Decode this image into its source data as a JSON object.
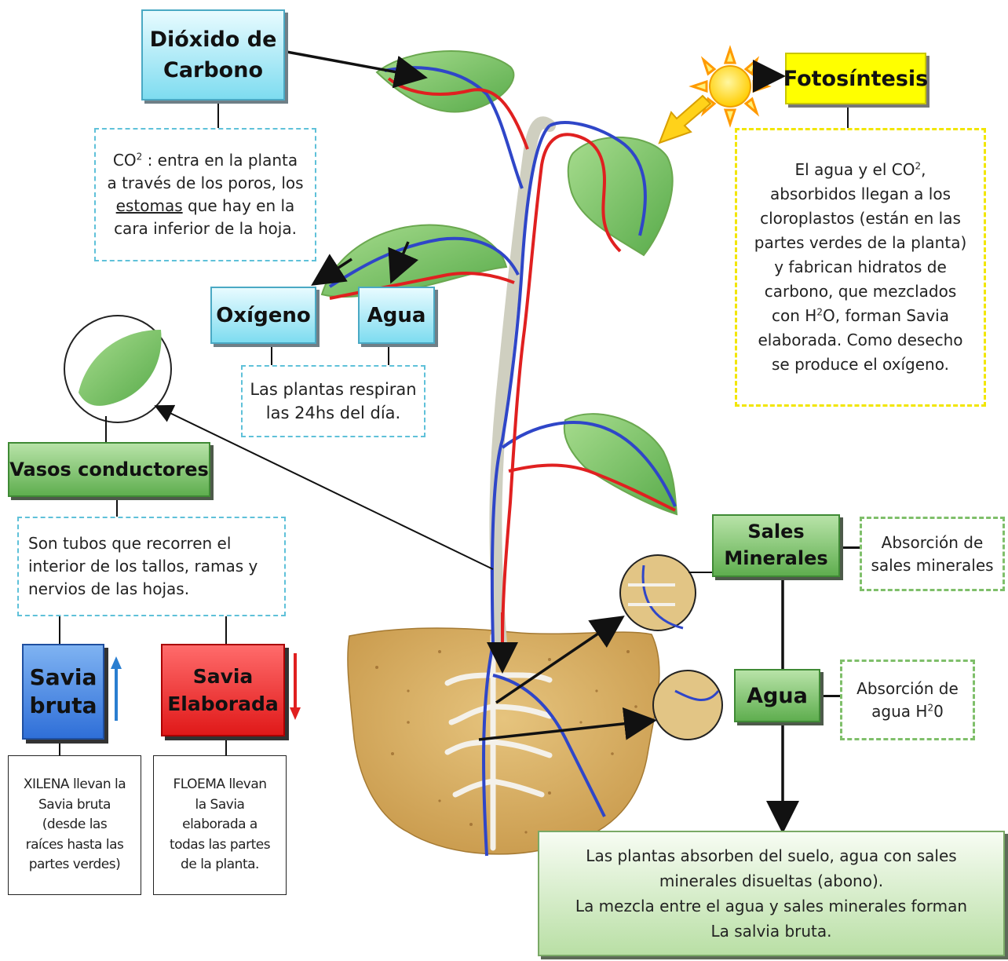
{
  "dioxido": {
    "line1": "Dióxido de",
    "line2": "Carbono"
  },
  "co2_desc": {
    "l1_pre": "CO",
    "l1_sup": "2",
    "l1_post": " : entra en la planta",
    "l2": "a través de los poros, los",
    "l3_u": "estomas",
    "l3_post": " que hay en la",
    "l4": "cara inferior de la hoja."
  },
  "oxigeno": "Oxígeno",
  "agua_top": "Agua",
  "respiran": {
    "l1": "Las plantas respiran",
    "l2": "las 24hs del día."
  },
  "fotosintesis": "Fotosíntesis",
  "foto_desc": {
    "l1_pre": "El agua y el CO",
    "l1_sup": "2",
    "l1_post": ",",
    "l2": "absorbidos llegan a los",
    "l3": "cloroplastos (están en las",
    "l4": "partes verdes de la planta)",
    "l5": "y fabrican hidratos de",
    "l6": "carbono, que mezclados",
    "l7_pre": "con H",
    "l7_sup": "2",
    "l7_post": "O, forman Savia",
    "l8": "elaborada. Como desecho",
    "l9": "se produce el oxígeno."
  },
  "vasos": "Vasos conductores",
  "vasos_desc": {
    "l1": "Son tubos que recorren el",
    "l2": "interior de los tallos, ramas y",
    "l3": "nervios de las hojas."
  },
  "savia_bruta": {
    "l1": "Savia",
    "l2": "bruta"
  },
  "savia_elab": {
    "l1": "Savia",
    "l2": "Elaborada"
  },
  "xilena": {
    "l1": "XILENA llevan la",
    "l2": "Savia bruta",
    "l3": "(desde las",
    "l4": "raíces hasta las",
    "l5": "partes verdes)"
  },
  "floema": {
    "l1": "FLOEMA llevan",
    "l2": "la Savia",
    "l3": "elaborada a",
    "l4": "todas las partes",
    "l5": "de la planta."
  },
  "sales": {
    "l1": "Sales",
    "l2": "Minerales"
  },
  "abs_sales": {
    "l1": "Absorción de",
    "l2": "sales minerales"
  },
  "agua_right": "Agua",
  "abs_agua": {
    "l1": "Absorción de",
    "l2_pre": "agua H",
    "l2_sup": "2",
    "l2_post": "0"
  },
  "bottom": {
    "l1": "Las plantas absorben del suelo, agua con sales",
    "l2": "minerales disueltas (abono).",
    "l3": "La mezcla entre el agua y sales minerales forman",
    "l4": "La salvia bruta."
  },
  "colors": {
    "xylem": "#2f46c8",
    "phloem": "#e02020",
    "leaf": "#7cc26a",
    "soil": "#d9b36a"
  },
  "icons": [
    "sun-icon",
    "leaf-icon",
    "arrow-up-icon",
    "arrow-down-icon"
  ]
}
